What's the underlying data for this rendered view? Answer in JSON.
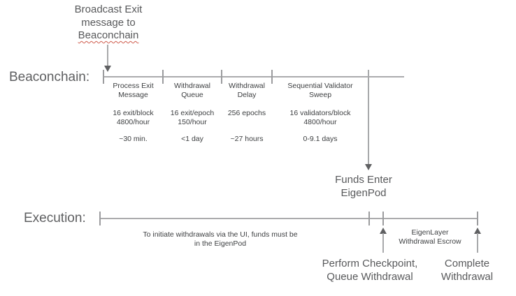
{
  "broadcast_note": {
    "line1": "Broadcast Exit",
    "line2": "message to",
    "line3": "Beaconchain"
  },
  "beaconchain": {
    "label": "Beaconchain:",
    "segments": [
      {
        "title1": "Process Exit",
        "title2": "Message",
        "rate1": "16 exit/block",
        "rate2": "4800/hour",
        "time": "~30 min."
      },
      {
        "title1": "Withdrawal",
        "title2": "Queue",
        "rate1": "16 exit/epoch",
        "rate2": "150/hour",
        "time": "<1 day"
      },
      {
        "title1": "Withdrawal",
        "title2": "Delay",
        "rate1": "256 epochs",
        "rate2": "",
        "time": "~27 hours"
      },
      {
        "title1": "Sequential Validator",
        "title2": "Sweep",
        "rate1": "16 validators/block",
        "rate2": "4800/hour",
        "time": "0-9.1 days"
      }
    ]
  },
  "funds_enter": {
    "line1": "Funds Enter",
    "line2": "EigenPod"
  },
  "execution": {
    "label": "Execution:",
    "note1": "To initiate withdrawals via the UI, funds must be",
    "note2": "in the EigenPod",
    "escrow1": "EigenLayer",
    "escrow2": "Withdrawal Escrow",
    "checkpoint1": "Perform Checkpoint,",
    "checkpoint2": "Queue Withdrawal",
    "complete1": "Complete",
    "complete2": "Withdrawal"
  },
  "colors": {
    "timeline": "#ababad",
    "arrow": "#5f6062",
    "large_text": "#58595b",
    "small_text": "#3e4042",
    "squiggle": "#cf5b4c"
  }
}
